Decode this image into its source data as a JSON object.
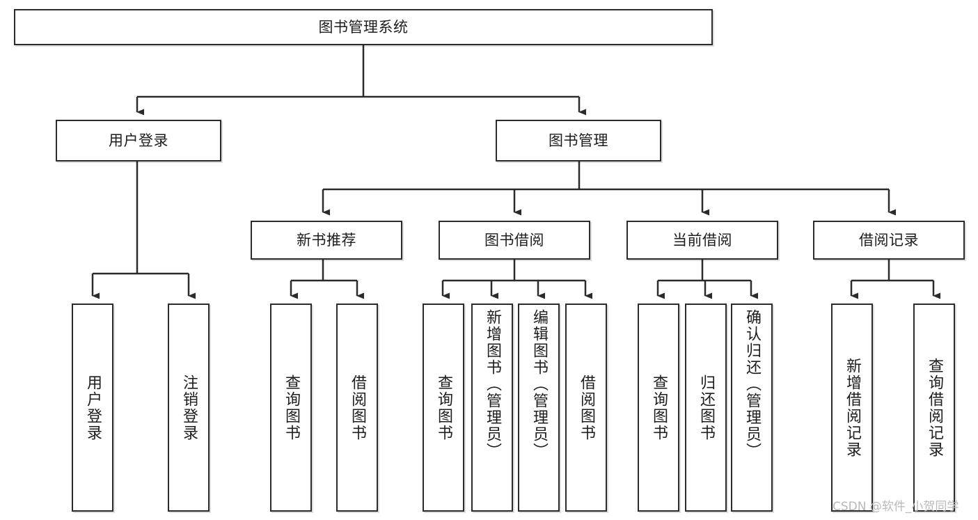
{
  "diagram": {
    "type": "tree-hierarchy",
    "title": "图书管理系统",
    "root": {
      "id": "root",
      "label": "图书管理系统"
    },
    "level2": [
      {
        "id": "user-login",
        "label": "用户登录"
      },
      {
        "id": "book-manage",
        "label": "图书管理"
      }
    ],
    "level3": [
      {
        "id": "new-book-rec",
        "label": "新书推荐",
        "parent": "book-manage"
      },
      {
        "id": "book-borrow",
        "label": "图书借阅",
        "parent": "book-manage"
      },
      {
        "id": "current-borrow",
        "label": "当前借阅",
        "parent": "book-manage"
      },
      {
        "id": "borrow-record",
        "label": "借阅记录",
        "parent": "book-manage"
      }
    ],
    "leaves": [
      {
        "id": "leaf-user-login",
        "label": "用户登录",
        "parent": "user-login"
      },
      {
        "id": "leaf-logout",
        "label": "注销登录",
        "parent": "user-login"
      },
      {
        "id": "leaf-query-book-1",
        "label": "查询图书",
        "parent": "new-book-rec"
      },
      {
        "id": "leaf-borrow-book-1",
        "label": "借阅图书",
        "parent": "new-book-rec"
      },
      {
        "id": "leaf-query-book-2",
        "label": "查询图书",
        "parent": "book-borrow"
      },
      {
        "id": "leaf-add-book",
        "label": "新增图书（管理员）",
        "parent": "book-borrow"
      },
      {
        "id": "leaf-edit-book",
        "label": "编辑图书（管理员）",
        "parent": "book-borrow"
      },
      {
        "id": "leaf-borrow-book-2",
        "label": "借阅图书",
        "parent": "book-borrow"
      },
      {
        "id": "leaf-query-book-3",
        "label": "查询图书",
        "parent": "current-borrow"
      },
      {
        "id": "leaf-return-book",
        "label": "归还图书",
        "parent": "current-borrow"
      },
      {
        "id": "leaf-confirm-return",
        "label": "确认归还（管理员）",
        "parent": "current-borrow"
      },
      {
        "id": "leaf-add-record",
        "label": "新增借阅记录",
        "parent": "borrow-record"
      },
      {
        "id": "leaf-query-record",
        "label": "查询借阅记录",
        "parent": "borrow-record"
      }
    ]
  },
  "watermark": {
    "text": "CSDN @软件_小贺同学"
  },
  "colors": {
    "stroke": "#2b2b2b",
    "box_fill": "#ffffff",
    "text": "#1d1d1d",
    "watermark": "#b9b9b9",
    "background": "#ffffff"
  }
}
